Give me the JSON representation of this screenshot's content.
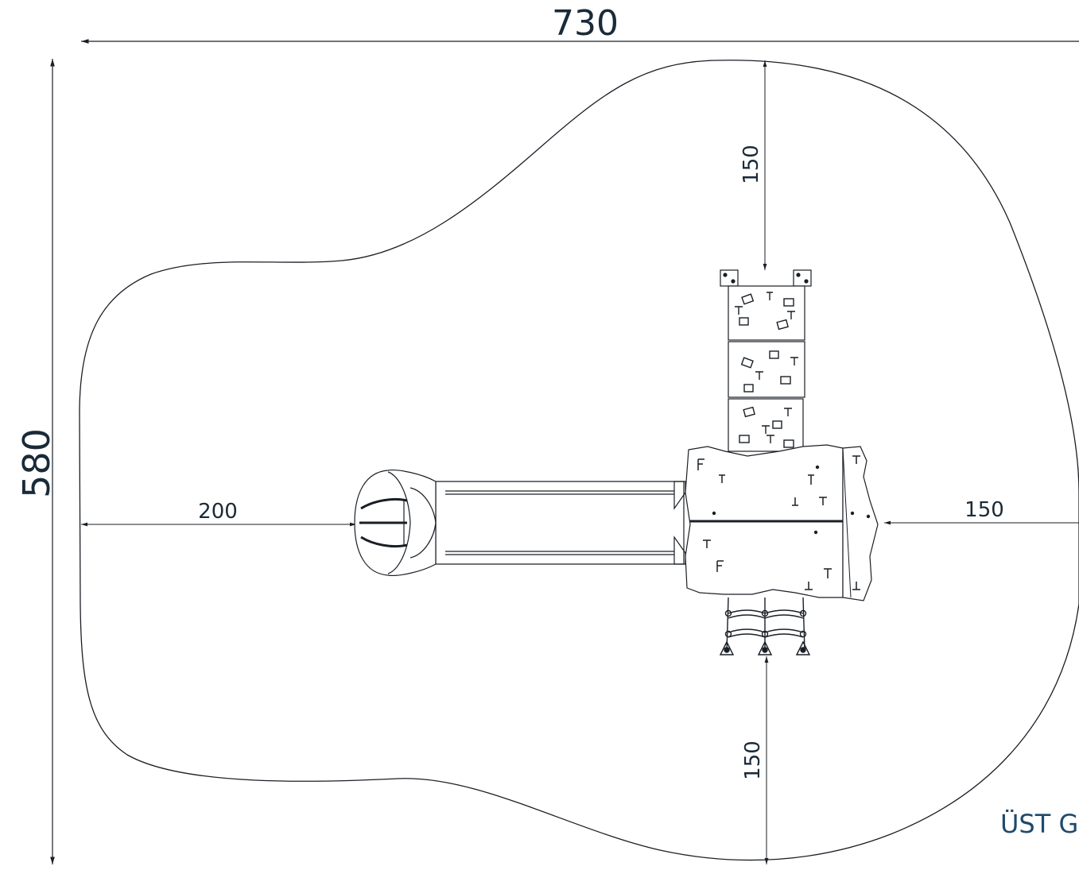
{
  "dimensions": {
    "overall_width": "730",
    "overall_height": "580",
    "left_clearance": "200",
    "top_clearance": "150",
    "right_clearance": "150",
    "bottom_clearance": "150"
  },
  "view_label": "ÜST G",
  "colors": {
    "line": "#1a1f26",
    "label": "#1f4a6b"
  }
}
